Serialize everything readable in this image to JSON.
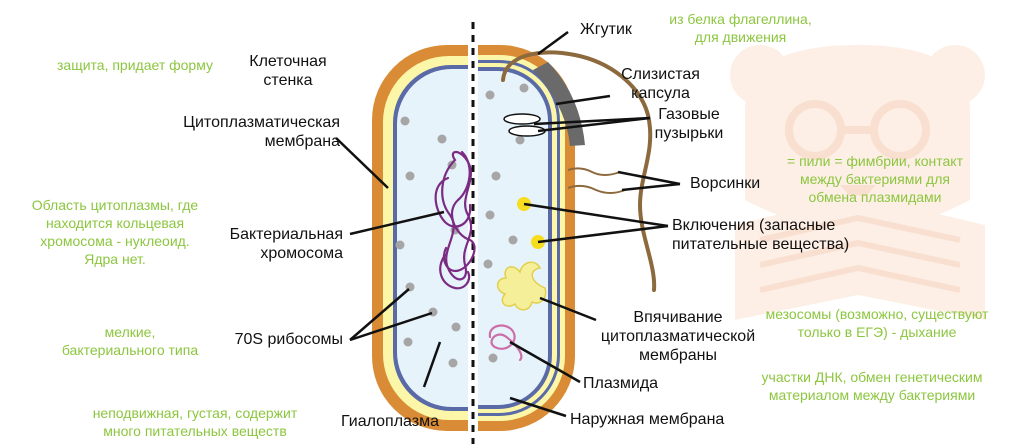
{
  "colors": {
    "wall": "#d98c35",
    "capsule": "#fbf6a8",
    "membrane": "#5a6aa6",
    "cytoplasm": "#e6f3fb",
    "ribosome": "#a6a6a6",
    "chromosome": "#7b2b83",
    "plasmid": "#cc6fa8",
    "granule": "#f6dd20",
    "mesosome": "#f6ef9a",
    "flagellum": "#8c6a3e",
    "capsule_dark": "#6a6a6a",
    "note": "#8cc63f",
    "watermark": "#fbe6d8"
  },
  "labels": {
    "cell_wall": [
      "Клеточная",
      "стенка"
    ],
    "cyto_membrane": [
      "Цитоплазматическая",
      "мембрана"
    ],
    "chromosome": [
      "Бактериальная",
      "хромосома"
    ],
    "ribosomes": [
      "70S рибосомы"
    ],
    "hyaloplasm": [
      "Гиалоплазма"
    ],
    "flagellum": [
      "Жгутик"
    ],
    "capsule": [
      "Слизистая",
      "капсула"
    ],
    "gas_vesicles": [
      "Газовые",
      "пузырьки"
    ],
    "pili": [
      "Ворсинки"
    ],
    "inclusions": [
      "Включения (запасные",
      "питательные вещества)"
    ],
    "mesosome": [
      "Впячивание",
      "цитоплазматической",
      "мембраны"
    ],
    "plasmid": [
      "Плазмида"
    ],
    "outer_membrane": [
      "Наружная мембрана"
    ]
  },
  "notes": {
    "wall": [
      "защита, придает форму"
    ],
    "cytoplasm": [
      "Область цитоплазмы, где",
      "находится кольцевая",
      "хромосома - нуклеоид.",
      "Ядра нет."
    ],
    "ribosomes": [
      "мелкие,",
      "бактериального типа"
    ],
    "hyaloplasm": [
      "неподвижная, густая, содержит",
      "много питательных веществ"
    ],
    "flagellum": [
      "из белка флагеллина,",
      "для движения"
    ],
    "pili": [
      "= пили = фимбрии, контакт",
      "между бактериями для",
      "обмена плазмидами"
    ],
    "mesosome": [
      "мезосомы (возможно, существуют",
      "только в ЕГЭ) - дыхание"
    ],
    "plasmid": [
      "участки ДНК, обмен генетическим",
      "материалом между бактериями"
    ]
  }
}
